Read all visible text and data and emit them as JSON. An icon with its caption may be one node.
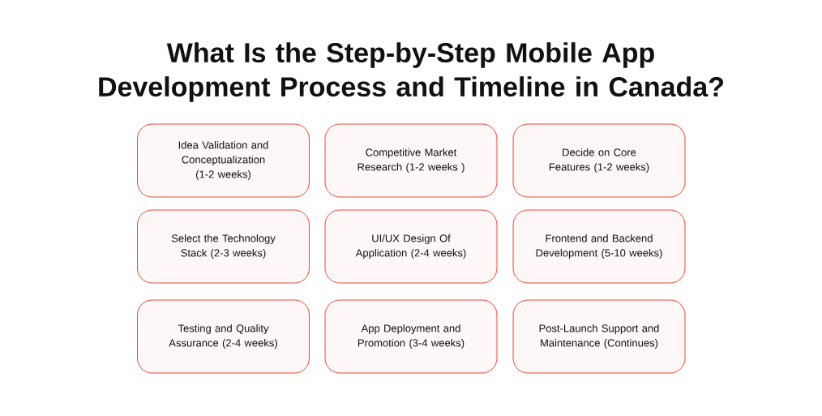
{
  "diagram": {
    "title": "What Is the Step-by-Step Mobile App Development Process and Timeline in Canada?",
    "nodes": [
      {
        "text": [
          "Idea Validation and Conceptualization (1-2 weeks)"
        ]
      },
      {
        "text": [
          "Competitive Market Research (1-2 weeks )"
        ]
      },
      {
        "text": [
          "Decide on Core Features (1-2 weeks)"
        ]
      },
      {
        "text": [
          "Select the Technology Stack (2-3 weeks)"
        ]
      },
      {
        "text": [
          "UI/UX Design Of Application (2-4 weeks)"
        ]
      },
      {
        "text": [
          "Frontend and Backend Development (5-10 weeks)"
        ]
      },
      {
        "text": [
          "Testing and Quality Assurance (2-4 weeks)"
        ]
      },
      {
        "text": [
          "App Deployment and Promotion (3-4 weeks)"
        ]
      },
      {
        "text": [
          "Post-Launch Support and Maintenance (Continues)"
        ]
      }
    ]
  }
}
